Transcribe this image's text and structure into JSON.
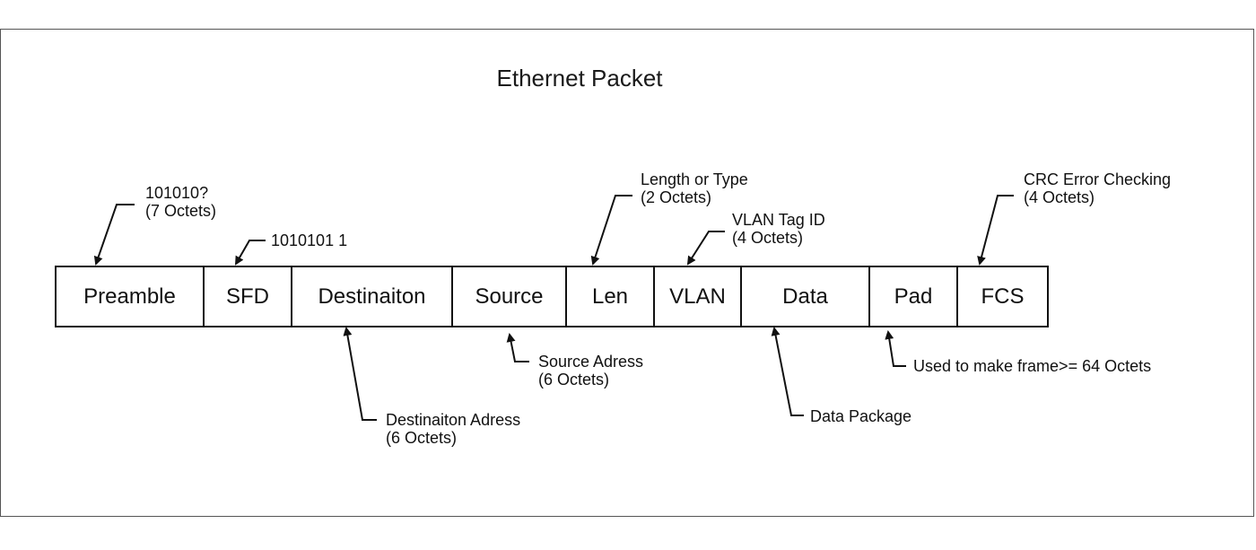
{
  "diagram": {
    "title": "Ethernet Packet",
    "fields": [
      {
        "label": "Preamble"
      },
      {
        "label": "SFD"
      },
      {
        "label": "Destinaiton"
      },
      {
        "label": "Source"
      },
      {
        "label": "Len"
      },
      {
        "label": "VLAN"
      },
      {
        "label": "Data"
      },
      {
        "label": "Pad"
      },
      {
        "label": "FCS"
      }
    ],
    "annotations": {
      "preamble": {
        "line1": "101010?",
        "line2": "(7 Octets)"
      },
      "sfd": {
        "line1": "1010101 1"
      },
      "destination": {
        "line1": "Destinaiton Adress",
        "line2": "(6 Octets)"
      },
      "source": {
        "line1": "Source Adress",
        "line2": "(6 Octets)"
      },
      "len": {
        "line1": "Length or Type",
        "line2": "(2 Octets)"
      },
      "vlan": {
        "line1": "VLAN Tag ID",
        "line2": "(4 Octets)"
      },
      "data": {
        "line1": "Data Package"
      },
      "pad": {
        "line1": "Used to make frame>= 64 Octets"
      },
      "fcs": {
        "line1": "CRC Error Checking",
        "line2": "(4 Octets)"
      }
    }
  }
}
